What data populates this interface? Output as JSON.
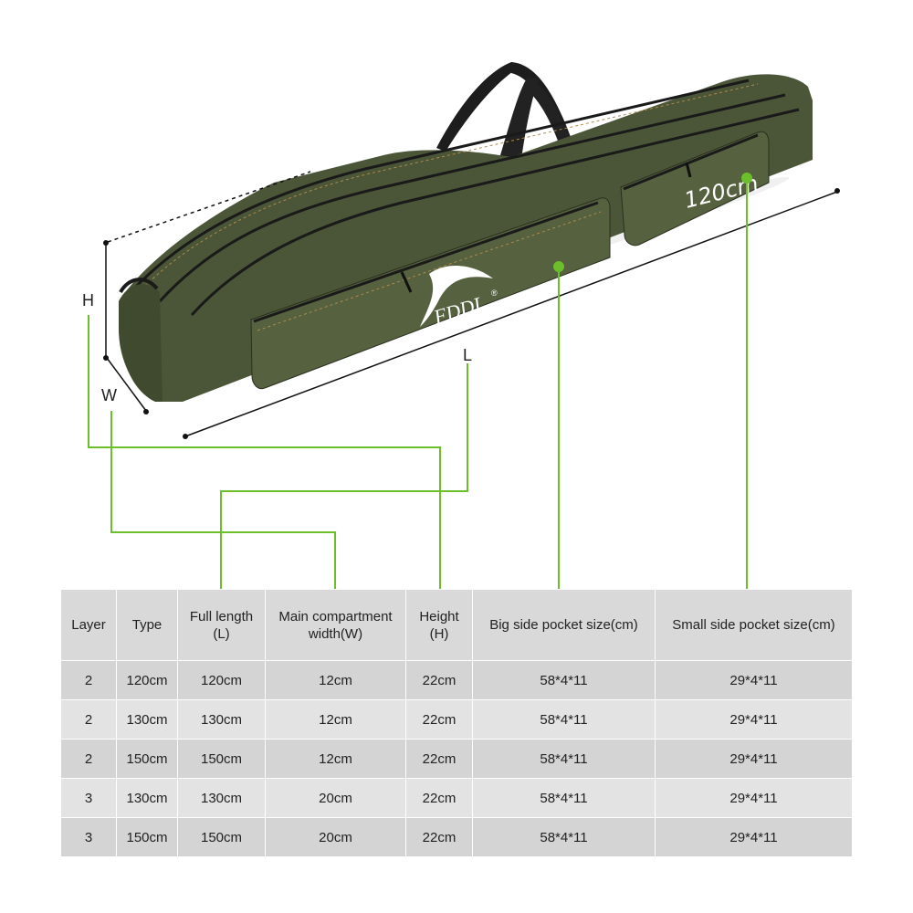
{
  "image": {
    "logo_text": "FDDL",
    "logo_mark": "®",
    "size_print": "120cm",
    "bag_color": "#4b5638",
    "accent_color": "#6bbf2a"
  },
  "dimension_labels": {
    "height": "H",
    "width": "W",
    "length": "L"
  },
  "table": {
    "headers": [
      "Layer",
      "Type",
      "Full length\n(L)",
      "Main compartment\nwidth(W)",
      "Height\n(H)",
      "Big side pocket size(cm)",
      "Small side pocket size(cm)"
    ],
    "rows": [
      [
        "2",
        "120cm",
        "120cm",
        "12cm",
        "22cm",
        "58*4*11",
        "29*4*11"
      ],
      [
        "2",
        "130cm",
        "130cm",
        "12cm",
        "22cm",
        "58*4*11",
        "29*4*11"
      ],
      [
        "2",
        "150cm",
        "150cm",
        "12cm",
        "22cm",
        "58*4*11",
        "29*4*11"
      ],
      [
        "3",
        "130cm",
        "130cm",
        "20cm",
        "22cm",
        "58*4*11",
        "29*4*11"
      ],
      [
        "3",
        "150cm",
        "150cm",
        "20cm",
        "22cm",
        "58*4*11",
        "29*4*11"
      ]
    ]
  }
}
